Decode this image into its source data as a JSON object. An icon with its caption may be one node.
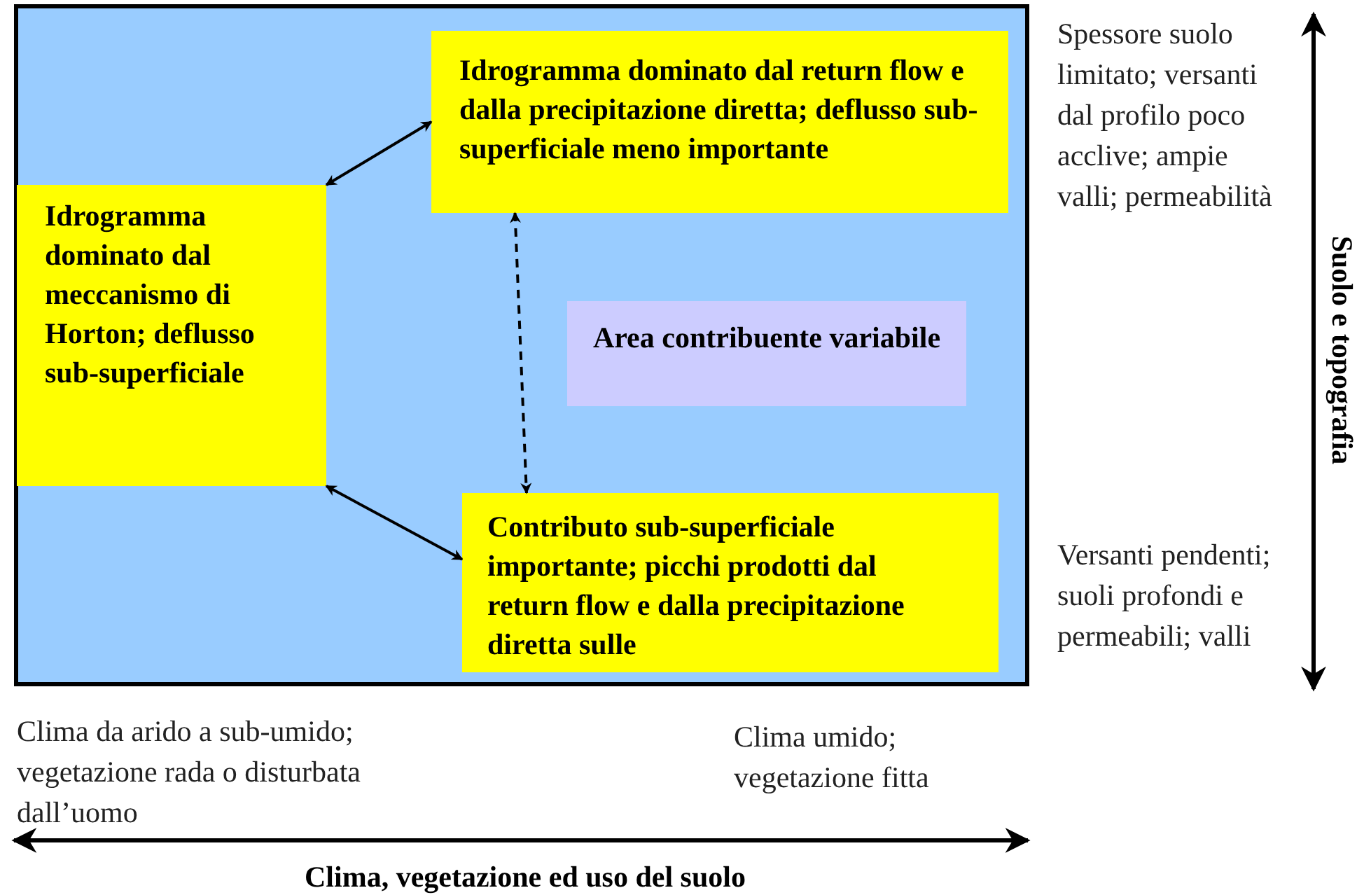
{
  "diagram": {
    "nodes": [
      {
        "text": [],
        "shape": "box"
      },
      {
        "text": [
          "Idrogramma dominato dal return flow e dalla precipitazione diretta; deflusso sub-superficiale meno importante"
        ],
        "in": 0
      },
      {
        "text": [
          "Idrogramma dominato dal meccanismo di Horton; deflusso sub-superficiale"
        ],
        "in": 0
      },
      {
        "text": [
          "Area contribuente variabile"
        ],
        "in": 0
      },
      {
        "text": [
          "Contributo sub-superficiale importante; picchi prodotti dal return flow e dalla precipitazione diretta sulle"
        ],
        "in": 0
      }
    ],
    "edges": [
      {
        "from": 2,
        "to": 1,
        "arrow": "both"
      },
      {
        "from": 1,
        "to": 4,
        "arrow": "both",
        "style": "dashed"
      },
      {
        "from": 2,
        "to": 4,
        "arrow": "both"
      }
    ],
    "labels": [
      "Spessore suolo limitato; versanti dal profilo poco acclive; ampie valli; permeabilità",
      "Suolo e topografia",
      "Versanti pendenti; suoli profondi e permeabili; valli",
      "Clima da arido a sub-umido; vegetazione rada o disturbata dall’uomo",
      "Clima umido; vegetazione fitta",
      "Clima, vegetazione ed uso del suolo"
    ]
  }
}
